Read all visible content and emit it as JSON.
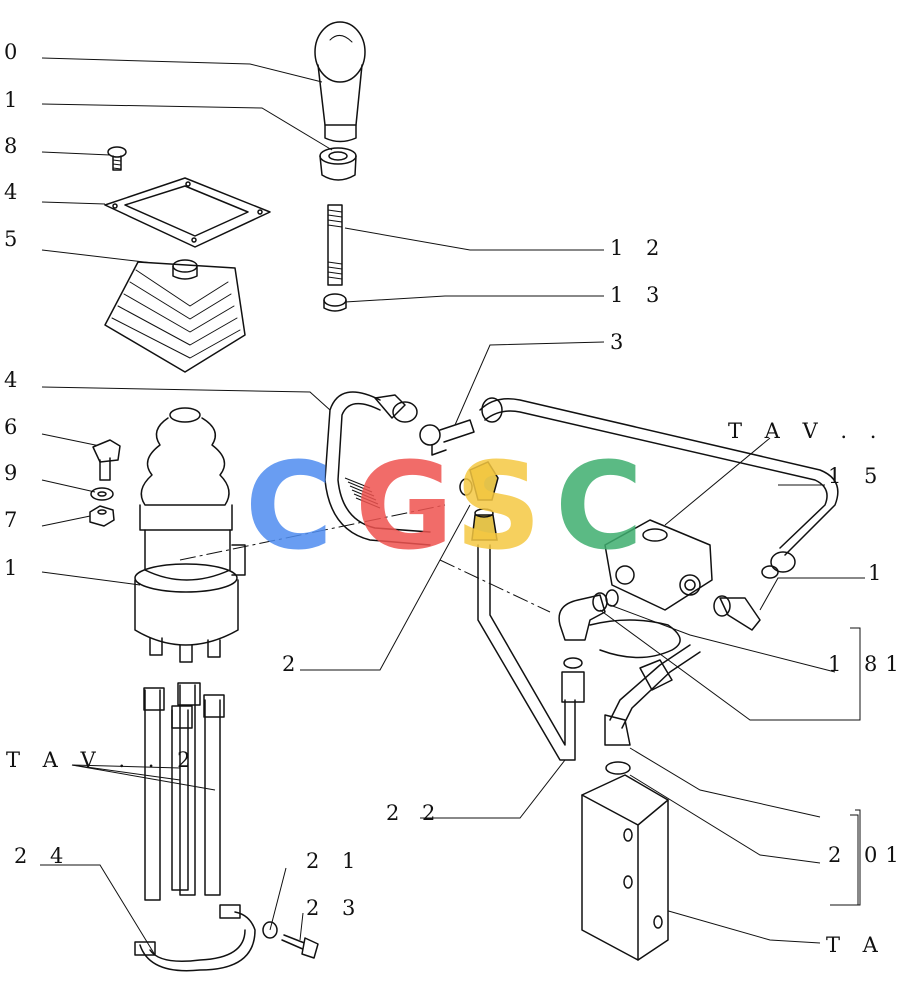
{
  "labels": {
    "l0": "0",
    "l1a": "1",
    "l8": "8",
    "l4a": "4",
    "l5": "5",
    "l12": "1 2",
    "l13": "1 3",
    "l3": "3",
    "l4b": "4",
    "l6": "6",
    "l9": "9",
    "l7": "7",
    "l1b": "1",
    "ltav2a": "T A V . . 2",
    "l15": "1 5",
    "l1c": "1",
    "l181": "1 81",
    "l2a": "2",
    "ltav2b": "T A V . . 2",
    "l22": "2 2",
    "l201": "2 01",
    "l24": "2 4",
    "l21": "2 1",
    "l23": "2 3",
    "ltav": "T A V"
  },
  "watermark": {
    "letters": [
      "C",
      "G",
      "S",
      "C"
    ],
    "colors": [
      "#4f8df0",
      "#ef5350",
      "#f5c842",
      "#3fae6f"
    ]
  }
}
